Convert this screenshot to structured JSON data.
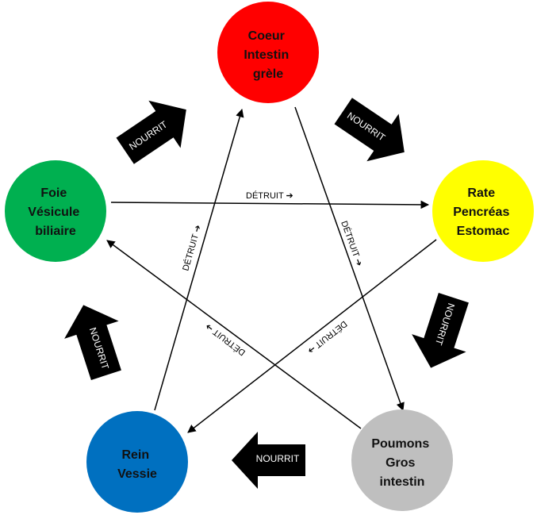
{
  "nodes": {
    "coeur": {
      "lines": [
        "Coeur",
        "Intestin",
        "grèle"
      ],
      "color": "#ff0000",
      "text_color": "#111111"
    },
    "rate": {
      "lines": [
        "Rate",
        "Pencréas",
        "Estomac"
      ],
      "color": "#ffff00",
      "text_color": "#111111"
    },
    "poumons": {
      "lines": [
        "Poumons",
        "Gros",
        "intestin"
      ],
      "color": "#bfbfbf",
      "text_color": "#111111"
    },
    "rein": {
      "lines": [
        "Rein",
        "Vessie"
      ],
      "color": "#0070c0",
      "text_color": "#111111"
    },
    "foie": {
      "lines": [
        "Foie",
        "Vésicule",
        "biliaire"
      ],
      "color": "#00b050",
      "text_color": "#111111"
    }
  },
  "nourrit_label": "NOURRIT",
  "detruit_label": "DÉTRUIT ➔",
  "arrow_color": "#000000"
}
